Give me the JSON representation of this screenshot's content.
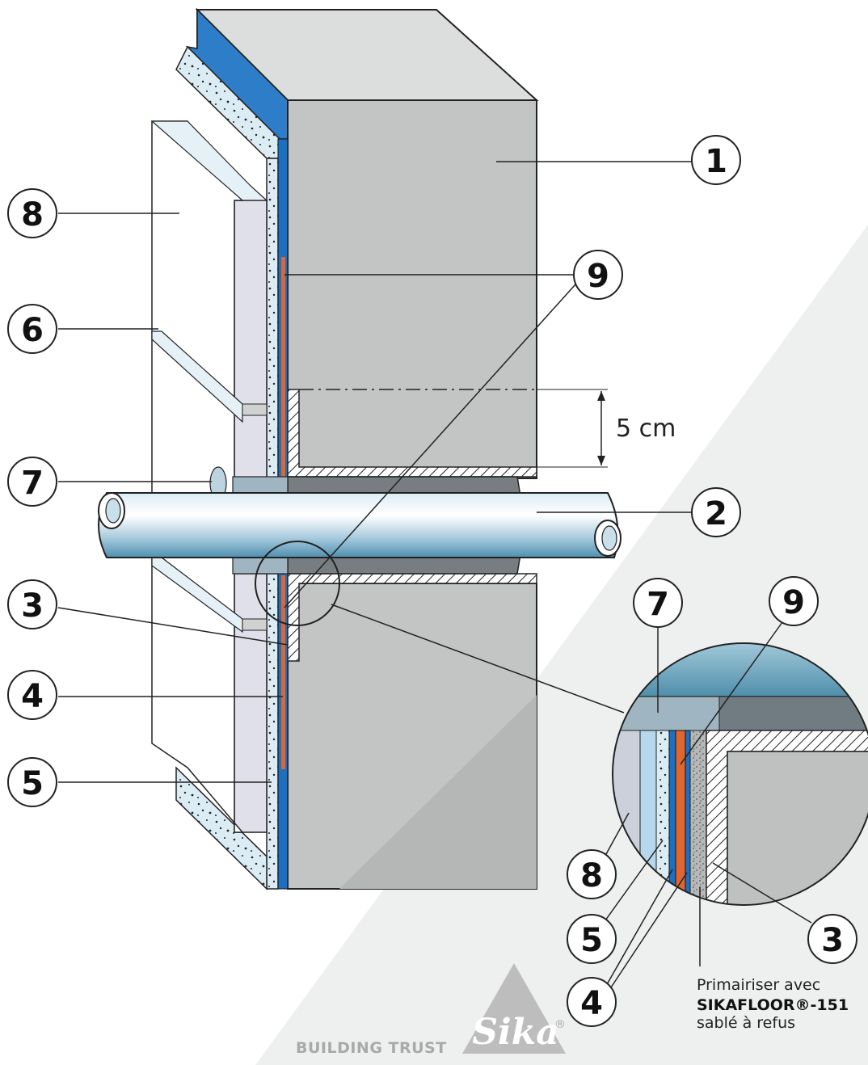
{
  "callouts": {
    "c1": "1",
    "c2": "2",
    "c3": "3",
    "c4": "4",
    "c5": "5",
    "c6": "6",
    "c7": "7",
    "c8": "8",
    "c9": "9"
  },
  "detail_callouts": {
    "c7": "7",
    "c9": "9",
    "c8": "8",
    "c5": "5",
    "c4": "4",
    "c3": "3"
  },
  "dimension": {
    "label": "5 cm"
  },
  "note": {
    "line1": "Primairiser avec",
    "line2": "SIKAFLOOR®-151",
    "line3": "sablé à refus"
  },
  "brand": {
    "tagline": "BUILDING TRUST",
    "logo": "Sika",
    "registered": "®"
  },
  "colors": {
    "concrete": "#c3c4c4",
    "concrete_top": "#dcdddd",
    "blue_membrane": "#1d6fc1",
    "orange_band": "#e0662e",
    "pipe": "#9fc6dc",
    "background_triangle": "#eef0ef"
  }
}
